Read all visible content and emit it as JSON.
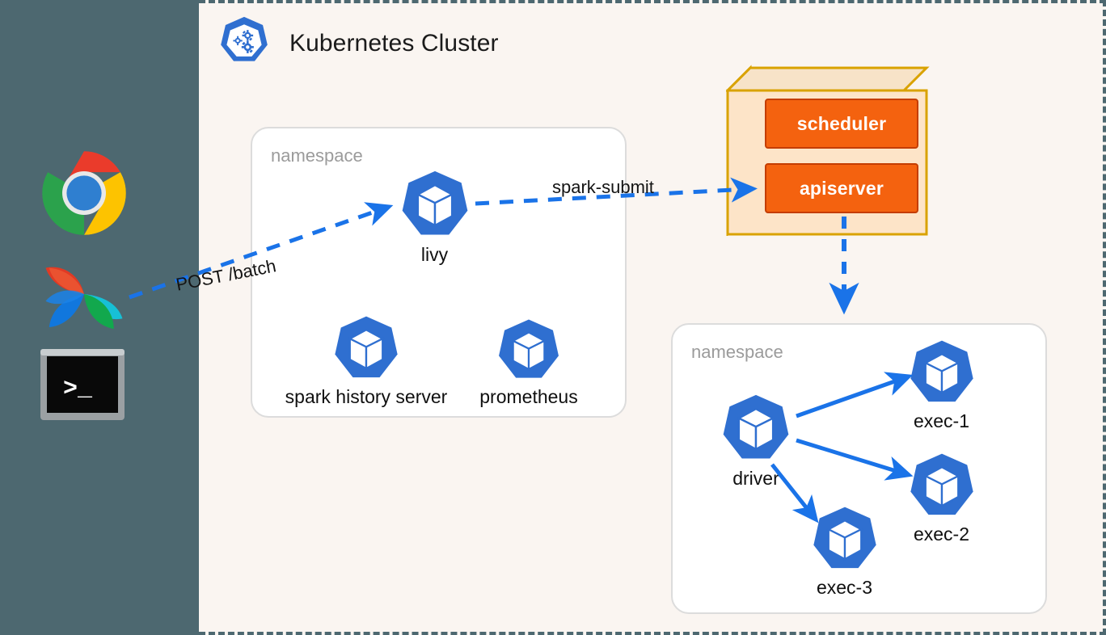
{
  "palette": {
    "client_panel_bg": "#4d6870",
    "cluster_bg": "#faf5f1",
    "k8s_blue": "#2f6fd0",
    "arrow_blue": "#1a73e8",
    "orange": "#f4620f",
    "orange_border": "#c43d00",
    "gold_border": "#d9a200",
    "tan_fill": "#fbe0c2",
    "ns_border": "#dcdcdc",
    "ns_label_gray": "#9b9b9b"
  },
  "clients": [
    {
      "name": "chrome-icon",
      "label": "Google Chrome"
    },
    {
      "name": "airflow-icon",
      "label": "Apache Airflow"
    },
    {
      "name": "terminal-icon",
      "label": "Terminal",
      "prompt": ">_"
    }
  ],
  "cluster": {
    "title": "Kubernetes Cluster",
    "logo_icon": "kubernetes-logo"
  },
  "namespaces": [
    {
      "id": "apps",
      "label": "namespace",
      "pods": [
        {
          "id": "livy",
          "label": "livy"
        },
        {
          "id": "spark-history-server",
          "label": "spark history server"
        },
        {
          "id": "prometheus",
          "label": "prometheus"
        }
      ]
    },
    {
      "id": "spark",
      "label": "namespace",
      "pods": [
        {
          "id": "driver",
          "label": "driver"
        },
        {
          "id": "exec-1",
          "label": "exec-1"
        },
        {
          "id": "exec-2",
          "label": "exec-2"
        },
        {
          "id": "exec-3",
          "label": "exec-3"
        }
      ]
    }
  ],
  "control_plane": {
    "services": [
      {
        "id": "scheduler",
        "label": "scheduler"
      },
      {
        "id": "apiserver",
        "label": "apiserver"
      }
    ]
  },
  "edges": [
    {
      "id": "post-batch",
      "label": "POST /batch",
      "from": "clients",
      "to": "livy",
      "style": "dashed"
    },
    {
      "id": "spark-submit",
      "label": "spark-submit",
      "from": "livy",
      "to": "apiserver",
      "style": "dashed"
    },
    {
      "id": "apiserver-to-namespace",
      "label": "",
      "from": "apiserver",
      "to": "spark-namespace",
      "style": "dashed"
    },
    {
      "id": "driver-exec-1",
      "label": "",
      "from": "driver",
      "to": "exec-1",
      "style": "solid"
    },
    {
      "id": "driver-exec-2",
      "label": "",
      "from": "driver",
      "to": "exec-2",
      "style": "solid"
    },
    {
      "id": "driver-exec-3",
      "label": "",
      "from": "driver",
      "to": "exec-3",
      "style": "solid"
    }
  ]
}
